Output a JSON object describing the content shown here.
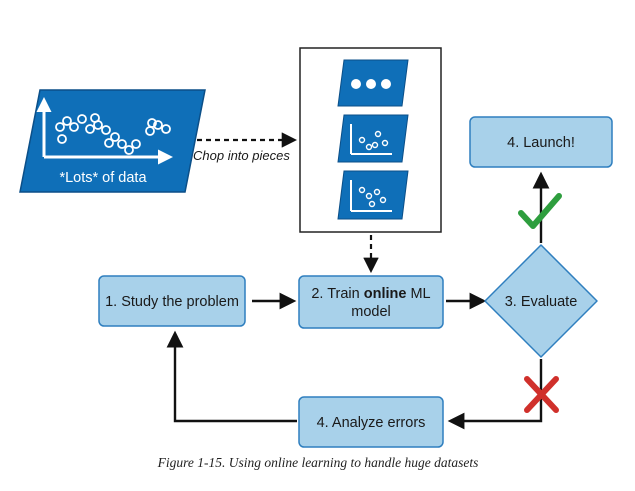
{
  "source_box": {
    "text": "*Lots* of data"
  },
  "chop": {
    "label": "Chop into pieces"
  },
  "steps": {
    "study": "1. Study the problem",
    "train_pre": "2. Train ",
    "train_bold": "online",
    "train_post": " ML",
    "train_line2": "model",
    "evaluate": "3. Evaluate",
    "launch": "4. Launch!",
    "analyze": "4. Analyze errors"
  },
  "caption": "Figure 1-15. Using online learning to handle huge datasets",
  "colors": {
    "box_fill": "#a8d1ea",
    "box_stroke": "#2f7fbf",
    "data_fill": "#0f6fb8",
    "check": "#2e9e3e",
    "cross": "#d0302b"
  },
  "icons": {
    "ok": "checkmark-icon",
    "fail": "cross-icon"
  }
}
